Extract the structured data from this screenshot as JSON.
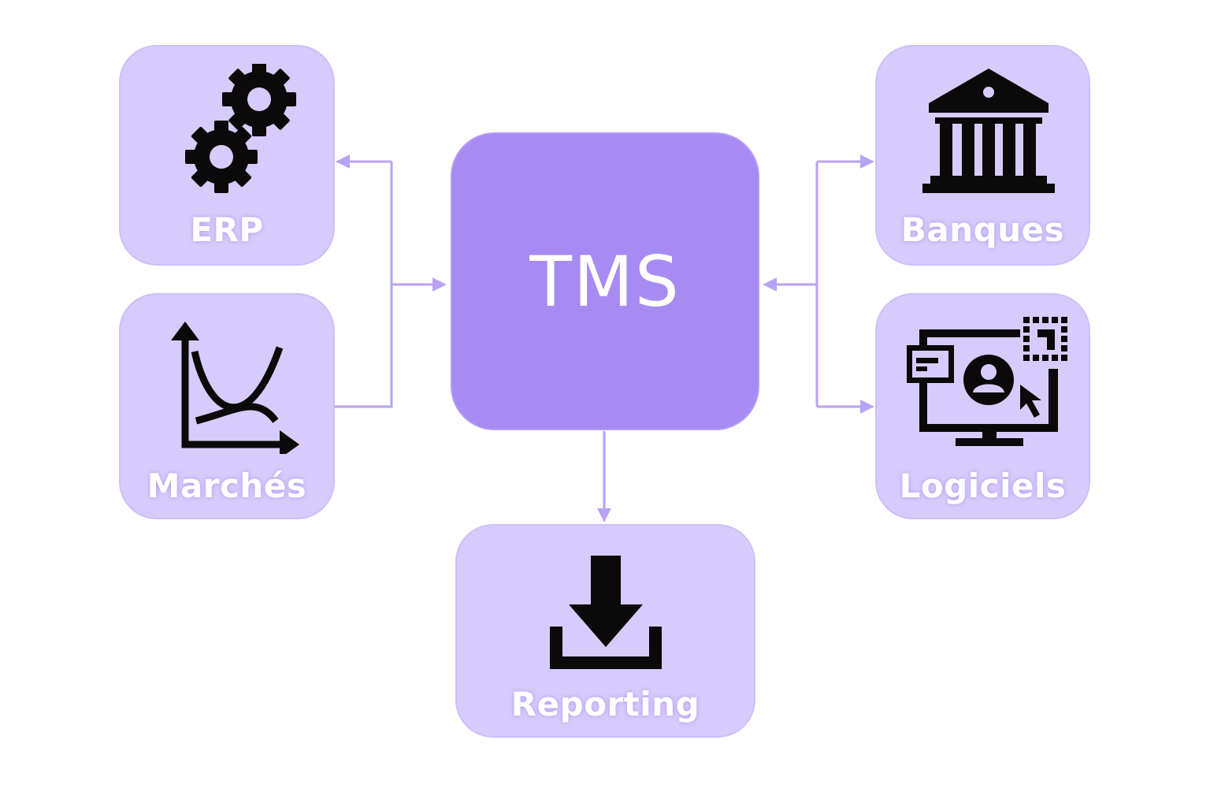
{
  "colors": {
    "node_fill": "#d7cbfb",
    "center_fill": "#a78bf2",
    "connector": "#b7a2f4",
    "icon": "#0a0a0a",
    "label": "#ffffff"
  },
  "center": {
    "label": "TMS"
  },
  "nodes": {
    "erp": {
      "label": "ERP",
      "icon": "gears-icon"
    },
    "marches": {
      "label": "Marchés",
      "icon": "market-curves-icon"
    },
    "banques": {
      "label": "Banques",
      "icon": "bank-icon"
    },
    "logiciels": {
      "label": "Logiciels",
      "icon": "software-monitor-icon"
    },
    "reporting": {
      "label": "Reporting",
      "icon": "download-icon"
    }
  }
}
